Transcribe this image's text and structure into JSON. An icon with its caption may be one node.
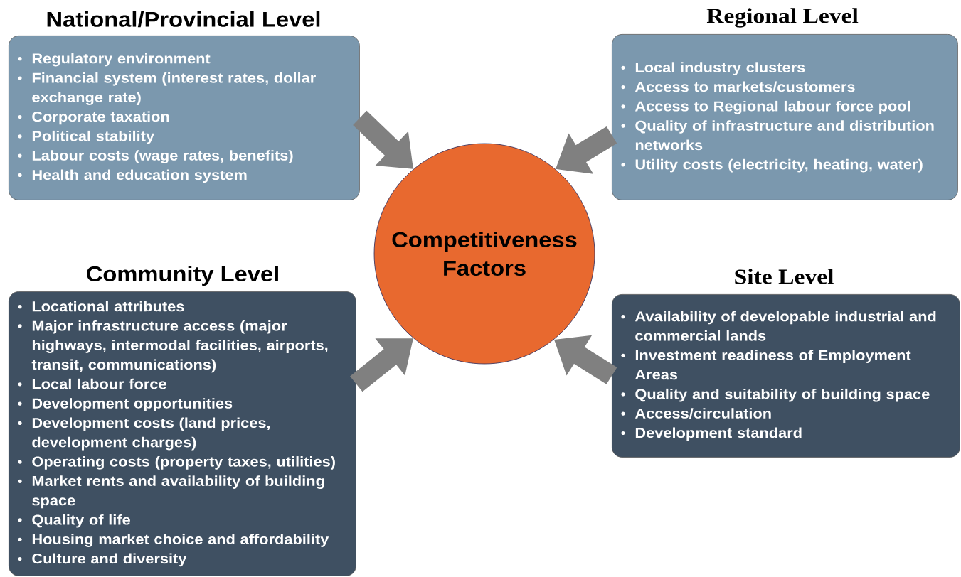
{
  "diagram": {
    "nodes": [
      {
        "text": [
          "National/Provincial Level",
          "Regulatory environment",
          "Financial system (interest rates, dollar exchange rate)",
          "Corporate taxation",
          "Political stability",
          "Labour costs (wage rates, benefits)",
          "Health and education system"
        ]
      },
      {
        "text": [
          "Regional Level",
          "Local industry clusters",
          "Access to markets/customers",
          "Access to Regional labour force pool",
          "Quality of infrastructure and distribution networks",
          "Utility costs (electricity, heating, water)"
        ]
      },
      {
        "text": [
          "Competitiveness Factors"
        ]
      },
      {
        "text": [
          "Community Level",
          "Locational attributes",
          "Major infrastructure access (major highways, intermodal facilities, airports, transit, communications)",
          "Local labour force",
          "Development opportunities",
          "Development costs (land prices, development charges)",
          "Operating costs (property taxes, utilities)",
          "Market rents and availability of building space",
          "Quality of life",
          "Housing market choice and affordability",
          "Culture and diversity"
        ]
      },
      {
        "text": [
          "Site Level",
          "Availability of developable industrial and commercial lands",
          "Investment readiness of Employment Areas",
          "Quality and suitability of building space",
          "Access/circulation",
          "Development standard"
        ]
      }
    ],
    "edges": [
      {
        "from": 0,
        "to": 2,
        "arrow": "to"
      },
      {
        "from": 1,
        "to": 2,
        "arrow": "to"
      },
      {
        "from": 3,
        "to": 2,
        "arrow": "to"
      },
      {
        "from": 4,
        "to": 2,
        "arrow": "to"
      }
    ]
  }
}
